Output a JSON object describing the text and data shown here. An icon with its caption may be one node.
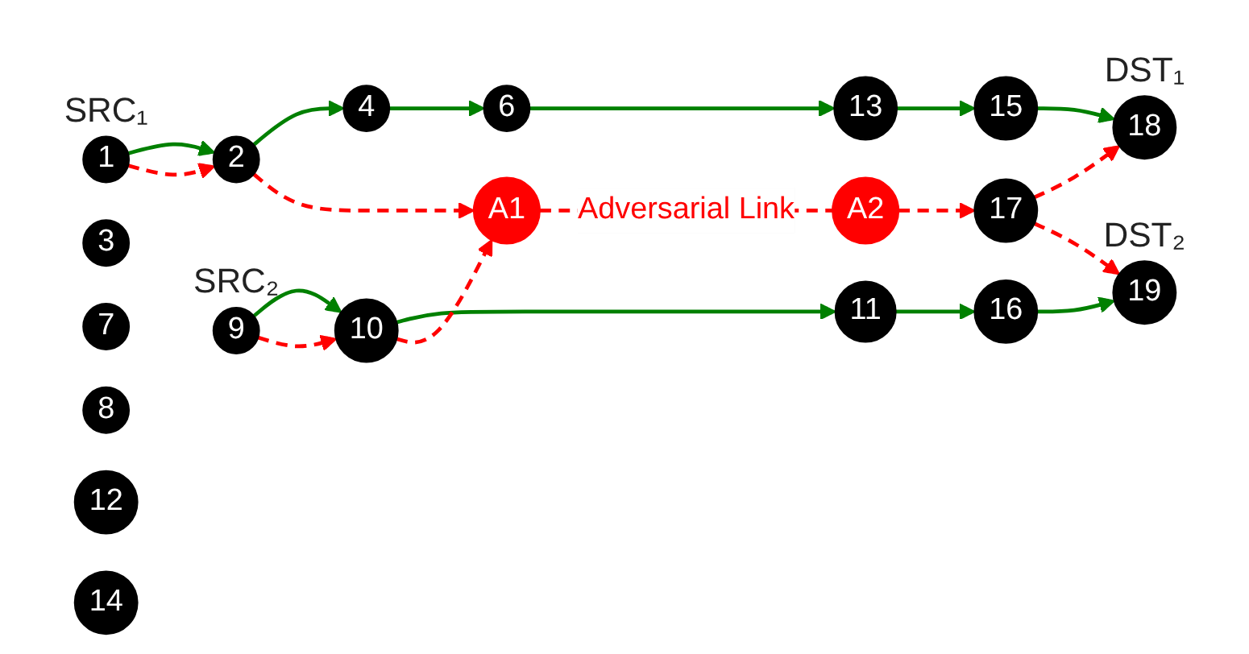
{
  "diagram": {
    "nodes": [
      {
        "text": [
          "1"
        ],
        "beside": [
          "SRC₁"
        ]
      },
      {
        "text": [
          "2"
        ]
      },
      {
        "text": [
          "3"
        ]
      },
      {
        "text": [
          "4"
        ]
      },
      {
        "text": [
          "6"
        ]
      },
      {
        "text": [
          "7"
        ]
      },
      {
        "text": [
          "8"
        ]
      },
      {
        "text": [
          "9"
        ],
        "beside": [
          "SRC₂"
        ]
      },
      {
        "text": [
          "10"
        ]
      },
      {
        "text": [
          "11"
        ]
      },
      {
        "text": [
          "12"
        ]
      },
      {
        "text": [
          "13"
        ]
      },
      {
        "text": [
          "14"
        ]
      },
      {
        "text": [
          "15"
        ]
      },
      {
        "text": [
          "16"
        ]
      },
      {
        "text": [
          "17"
        ]
      },
      {
        "text": [
          "18"
        ],
        "beside": [
          "DST₁"
        ]
      },
      {
        "text": [
          "19"
        ],
        "beside": [
          "DST₂"
        ]
      },
      {
        "text": [
          "A1"
        ]
      },
      {
        "text": [
          "A2"
        ]
      }
    ],
    "edges": [
      {
        "from": 0,
        "to": 1,
        "arrow": "to"
      },
      {
        "from": 0,
        "to": 1,
        "arrow": "to",
        "style": "dashed",
        "color": "#ff0000"
      },
      {
        "from": 1,
        "to": 3,
        "arrow": "to"
      },
      {
        "from": 3,
        "to": 4,
        "arrow": "to"
      },
      {
        "from": 4,
        "to": 11,
        "arrow": "to"
      },
      {
        "from": 11,
        "to": 13,
        "arrow": "to"
      },
      {
        "from": 13,
        "to": 16,
        "arrow": "to"
      },
      {
        "from": 7,
        "to": 8,
        "arrow": "to"
      },
      {
        "from": 7,
        "to": 8,
        "arrow": "to",
        "style": "dashed",
        "color": "#ff0000"
      },
      {
        "from": 8,
        "to": 9,
        "arrow": "to"
      },
      {
        "from": 9,
        "to": 14,
        "arrow": "to"
      },
      {
        "from": 14,
        "to": 17,
        "arrow": "to"
      },
      {
        "from": 1,
        "to": 18,
        "arrow": "to",
        "style": "dashed",
        "color": "#ff0000"
      },
      {
        "from": 8,
        "to": 18,
        "arrow": "to",
        "style": "dashed",
        "color": "#ff0000"
      },
      {
        "from": 18,
        "to": 19,
        "arrow": "none",
        "label": "Adversarial Link",
        "style": "dashed",
        "color": "#ff0000"
      },
      {
        "from": 19,
        "to": 15,
        "arrow": "to",
        "style": "dashed",
        "color": "#ff0000"
      },
      {
        "from": 15,
        "to": 16,
        "arrow": "to",
        "style": "dashed",
        "color": "#ff0000"
      },
      {
        "from": 15,
        "to": 17,
        "arrow": "to",
        "style": "dashed",
        "color": "#ff0000"
      }
    ]
  }
}
